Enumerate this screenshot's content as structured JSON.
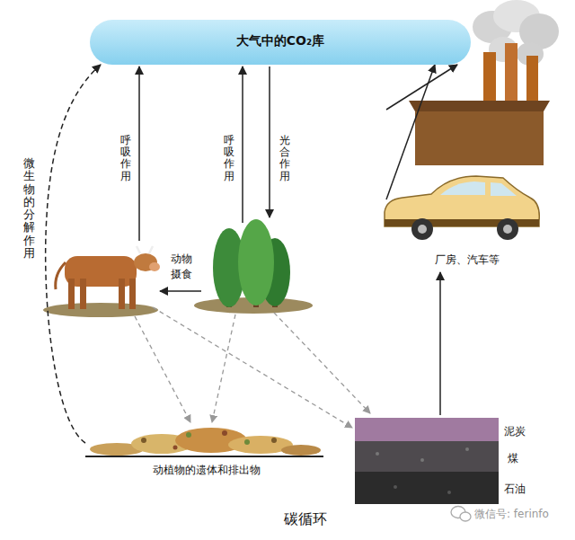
{
  "diagram": {
    "caption": "碳循环",
    "nodes": [
      {
        "text": [
          "大气中的CO₂库"
        ]
      },
      {
        "text": [
          "厂房、汽车等"
        ]
      },
      {
        "text": [
          "动植物的遗体和排出物"
        ]
      },
      {
        "text": [
          "泥炭",
          "煤",
          "石油"
        ]
      }
    ],
    "edges": [
      {
        "from": 2,
        "to": 0,
        "arrow": "to",
        "label": "微生物的分解作用"
      },
      {
        "from": 1,
        "to": 0,
        "arrow": "to"
      },
      {
        "from": 1,
        "to": 0,
        "arrow": "to"
      },
      {
        "from": 3,
        "to": 1,
        "arrow": "to"
      }
    ],
    "labels": [
      "呼吸作用",
      "呼吸作用",
      "光合作用",
      "动物摄食",
      "微信号: ferinfo"
    ]
  }
}
